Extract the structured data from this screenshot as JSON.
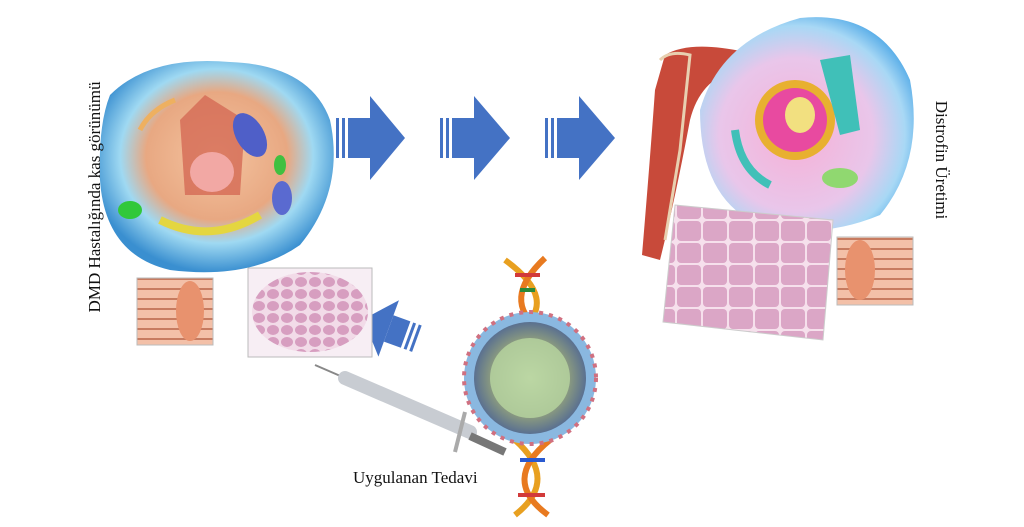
{
  "labels": {
    "left": "DMD Hastalığında kas görünümü",
    "right": "Distrofin Üretimi",
    "bottom": "Uygulanan Tedavi"
  },
  "colors": {
    "arrow": "#4472C4",
    "tissue": "#e8b4d0",
    "cell_membrane": "#5bb8e8"
  }
}
